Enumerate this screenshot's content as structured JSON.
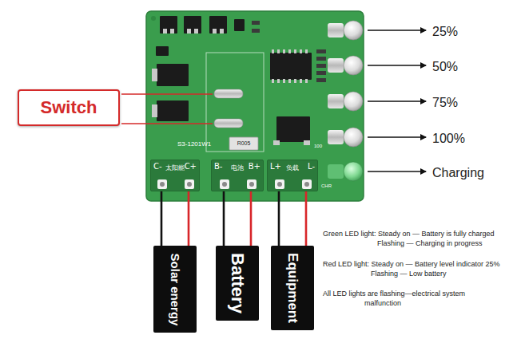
{
  "diagram": {
    "nodes": [
      {
        "text": [
          "Switch"
        ]
      },
      {
        "text": [
          "C-",
          "C+",
          "太阳能"
        ]
      },
      {
        "text": [
          "B-",
          "B+",
          "电池"
        ]
      },
      {
        "text": [
          "L+",
          "L-",
          "负载"
        ]
      },
      {
        "text": [
          "Solar energy"
        ]
      },
      {
        "text": [
          "Battery"
        ]
      },
      {
        "text": [
          "Equipment"
        ]
      }
    ],
    "edges": [
      {
        "from": 1,
        "to": 4,
        "arrow": "none"
      },
      {
        "from": 1,
        "to": 4,
        "arrow": "none"
      },
      {
        "from": 2,
        "to": 5,
        "arrow": "none"
      },
      {
        "from": 2,
        "to": 5,
        "arrow": "none"
      },
      {
        "from": 3,
        "to": 6,
        "arrow": "none"
      },
      {
        "from": 3,
        "to": 6,
        "arrow": "none"
      }
    ],
    "labels": [
      "25%",
      "50%",
      "75%",
      "100%",
      "Charging",
      "S3-1201W1",
      "R005",
      "100",
      "CHR",
      "Green LED light: Steady on — Battery is fully charged Flashing — Charging in progress",
      "Red LED light: Steady on — Battery level indicator 25% Flashing — Low battery",
      "All LED lights are flashing—electrical system malfunction"
    ]
  }
}
